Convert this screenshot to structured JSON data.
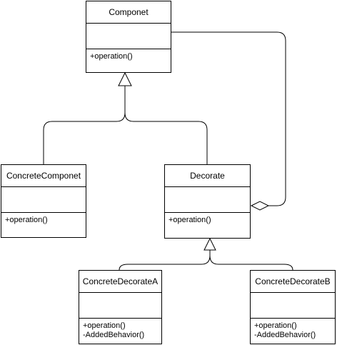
{
  "classes": {
    "component": {
      "name": "Componet",
      "operations": [
        "+operation()"
      ]
    },
    "concrete_component": {
      "name": "ConcreteComponet",
      "operations": [
        "+operation()"
      ]
    },
    "decorate": {
      "name": "Decorate",
      "operations": [
        "+operation()"
      ]
    },
    "concrete_decorate_a": {
      "name": "ConcreteDecorateA",
      "operations": [
        "+operation()",
        "-AddedBehavior()"
      ]
    },
    "concrete_decorate_b": {
      "name": "ConcreteDecorateB",
      "operations": [
        "+operation()",
        "-AddedBehavior()"
      ]
    }
  },
  "relationships": [
    {
      "type": "generalization",
      "from": "concrete_component",
      "to": "component"
    },
    {
      "type": "generalization",
      "from": "decorate",
      "to": "component"
    },
    {
      "type": "generalization",
      "from": "concrete_decorate_a",
      "to": "decorate"
    },
    {
      "type": "generalization",
      "from": "concrete_decorate_b",
      "to": "decorate"
    },
    {
      "type": "aggregation",
      "from": "component",
      "to": "decorate"
    }
  ],
  "colors": {
    "stroke": "#000000",
    "fill": "#ffffff"
  }
}
